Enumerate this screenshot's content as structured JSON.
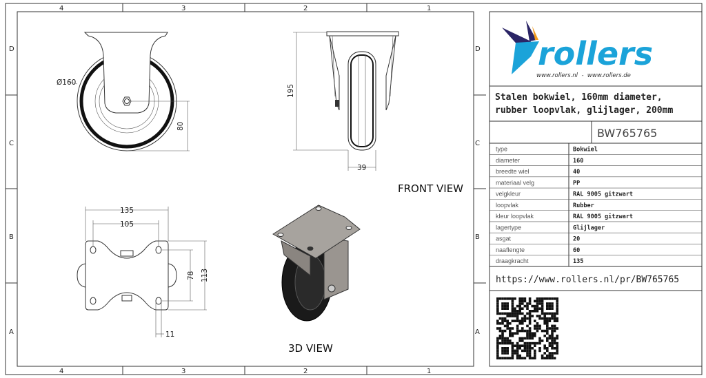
{
  "zones": {
    "columns": [
      "4",
      "3",
      "2",
      "1"
    ],
    "rows": [
      "D",
      "C",
      "B",
      "A"
    ]
  },
  "logo": {
    "text": "rollers",
    "urls": "www.rollers.nl  -  www.rollers.de",
    "colors": {
      "blue": "#1ba3d9",
      "navy": "#2b2566",
      "orange": "#f39c1f"
    }
  },
  "title": {
    "line1": "Stalen bokwiel, 160mm diameter,",
    "line2": "rubber loopvlak, glijlager, 200mm"
  },
  "code": "BW765765",
  "specs": [
    {
      "label": "type",
      "value": "Bokwiel"
    },
    {
      "label": "diameter",
      "value": "160"
    },
    {
      "label": "breedte wiel",
      "value": "40"
    },
    {
      "label": "materiaal velg",
      "value": "PP"
    },
    {
      "label": "velgkleur",
      "value": "RAL 9005 gitzwart"
    },
    {
      "label": "loopvlak",
      "value": "Rubber"
    },
    {
      "label": "kleur loopvlak",
      "value": "RAL 9005 gitzwart"
    },
    {
      "label": "lagertype",
      "value": "Glijlager"
    },
    {
      "label": "asgat",
      "value": "20"
    },
    {
      "label": "naaflengte",
      "value": "60"
    },
    {
      "label": "draagkracht",
      "value": "135"
    }
  ],
  "url": "https://www.rollers.nl/pr/BW765765",
  "views": {
    "front": "FRONT VIEW",
    "three_d": "3D VIEW"
  },
  "dimensions": {
    "diameter": "Ø160",
    "axle_height": "80",
    "height": "195",
    "width": "39",
    "plate_length": "135",
    "hole_spacing_x": "105",
    "hole_spacing_y": "78",
    "plate_width": "113",
    "hole_diameter": "11"
  }
}
